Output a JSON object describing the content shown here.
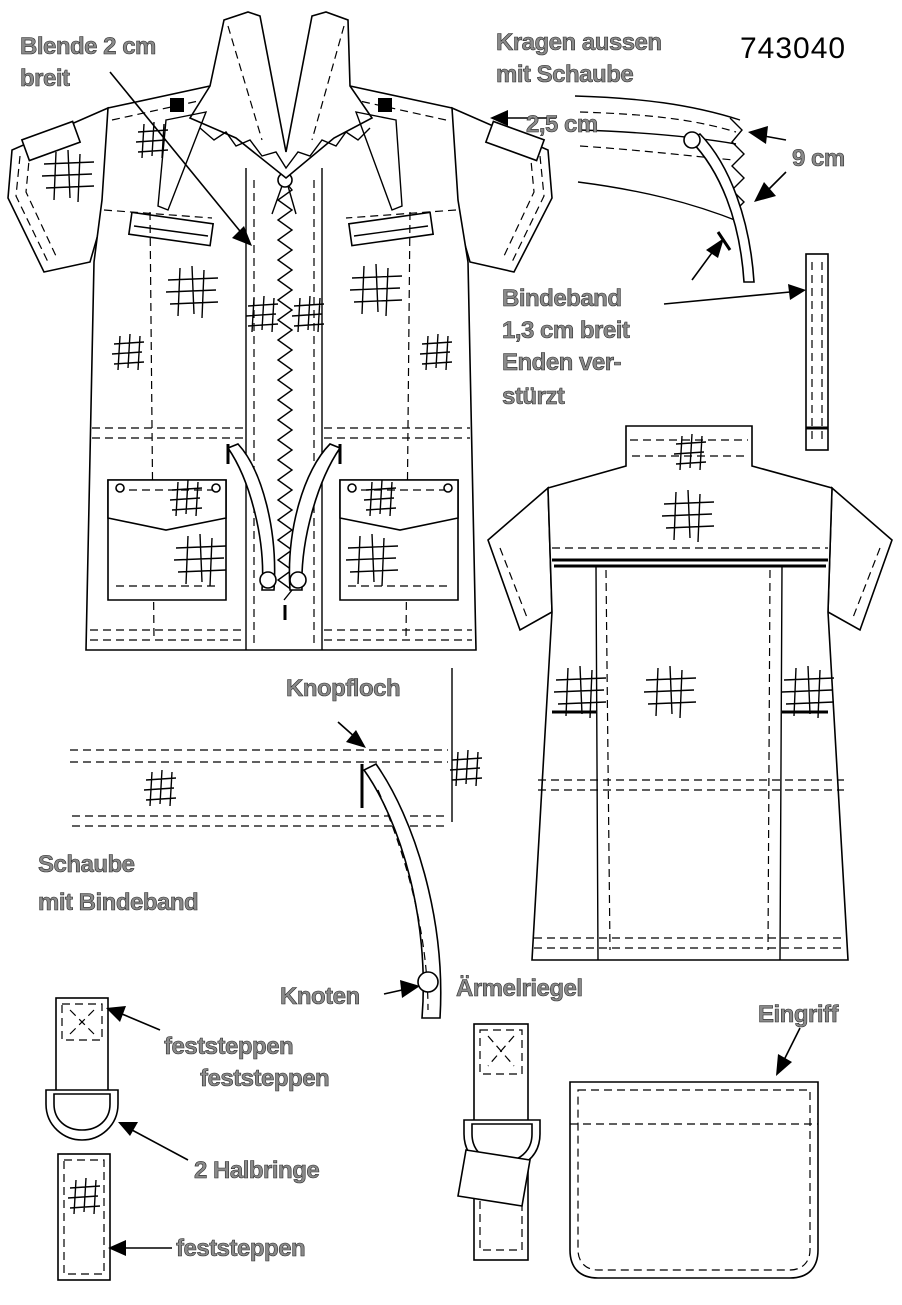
{
  "labels": {
    "blende": "Blende 2 cm",
    "blende2": "breit",
    "kragen1": "Kragen aussen",
    "kragen2": "mit Schaube",
    "pattern_number": "743040",
    "width_25": "2,5 cm",
    "width_9": "9 cm",
    "bindeband1": "Bindeband",
    "bindeband2": "1,3 cm breit",
    "bindeband3": "Enden ver-",
    "bindeband4": "stürzt",
    "knopfloch": "Knopfloch",
    "schaube1": "Schaube",
    "schaube2": "mit Bindeband",
    "knoten": "Knoten",
    "aermelriegel": "Ärmelriegel",
    "eingriff": "Eingriff",
    "feststeppen1": "feststeppen",
    "feststeppen2": "feststeppen",
    "halbringe": "2 Halbringe",
    "feststeppen3": "feststeppen"
  },
  "colors": {
    "line": "#000000",
    "label_fill": "#8a8a8a",
    "background": "#ffffff"
  }
}
